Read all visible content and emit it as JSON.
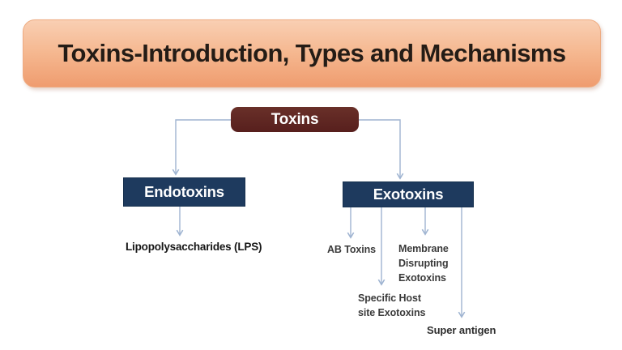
{
  "title": {
    "text": "Toxins-Introduction, Types and Mechanisms"
  },
  "diagram": {
    "root": {
      "label": "Toxins"
    },
    "branches": [
      {
        "label": "Endotoxins",
        "children": [
          {
            "label": "Lipopolysaccharides (LPS)"
          }
        ]
      },
      {
        "label": "Exotoxins",
        "children": [
          {
            "label": "AB Toxins"
          },
          {
            "label": "Specific Host site Exotoxins",
            "lines": [
              "Specific Host",
              "site Exotoxins"
            ]
          },
          {
            "label": "Membrane Disrupting Exotoxins",
            "lines": [
              "Membrane",
              "Disrupting",
              "Exotoxins"
            ]
          },
          {
            "label": "Super antigen"
          }
        ]
      }
    ],
    "colors": {
      "banner_top": "#f9cfb3",
      "banner_bottom": "#ef9c6f",
      "root_box": "#5d2623",
      "branch_box": "#1e3a5e",
      "connector": "#9fb4d1",
      "title_text": "#241c16",
      "label_text": "#3a3a3a",
      "box_text": "#ffffff"
    }
  }
}
